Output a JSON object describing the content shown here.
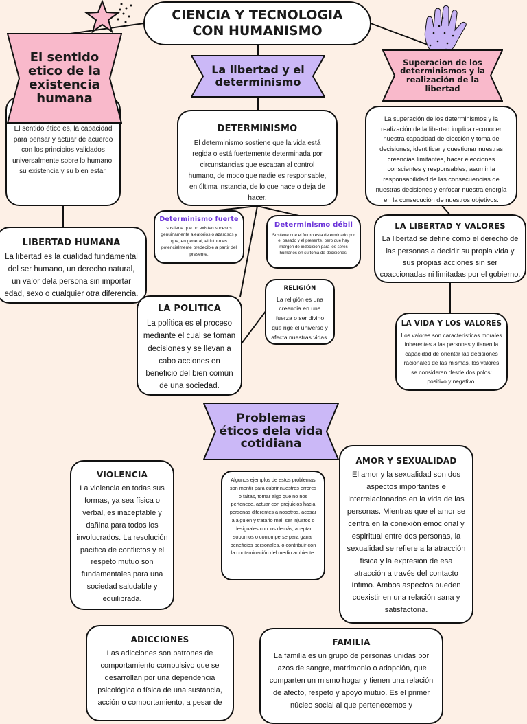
{
  "title": "CIENCIA Y TECNOLOGIA CON HUMANISMO",
  "banners": {
    "sentido": "El sentido etico de la existencia humana",
    "libertad": "La libertad y el determinismo",
    "superacion": "Superacion de los determinismos y la realización de la libertad",
    "problemas": "Problemas éticos dela vida cotidiana"
  },
  "boxes": {
    "sentido_text": "El sentido ético es, la capacidad para pensar y actuar de acuerdo con los principios validados universalmente sobre lo humano, su existencia y su bien estar.",
    "libertad_humana_title": "LIBERTAD HUMANA",
    "libertad_humana_text": "La libertad es la cualidad fundamental del ser humano, un derecho natural, un valor dela persona sin importar edad, sexo o cualquier otra diferencia.",
    "determinismo_title": "DETERMINISMO",
    "determinismo_text": "El determinismo sostiene que la vida está regida o está fuertemente determinada por circunstancias que escapan al control humano, de modo que nadie es responsable, en última instancia, de lo que hace o deja de hacer.",
    "det_fuerte_title": "Determinismo fuerte",
    "det_fuerte_text": "sostiene que no existen sucesos genuinamente aleatorios o azarosos y que, en general, el futuro es potencialmente predecible a partir del presente.",
    "det_debil_title": "Determinismo débil",
    "det_debil_text": "Sostiene que el futuro esta determinado por el pasado y el presente, pero que hay margen de indecisión para los seres humanos en su toma de decisiones.",
    "politica_title": "LA POLITICA",
    "politica_text": "La política es el proceso mediante el cual se toman decisiones y se llevan a cabo acciones en beneficio del bien común de una sociedad.",
    "religion_title": "RELIGIÓN",
    "religion_text": "La religión es una creencia en una fuerza o ser divino que rige el universo y afecta nuestras vidas.",
    "superacion_text": "La superación de los determinismos y la realización de la libertad implica reconocer nuestra capacidad de elección y toma de decisiones, identificar y cuestionar nuestras creencias limitantes, hacer elecciones conscientes y responsables, asumir la responsabilidad de las consecuencias de nuestras decisiones y enfocar nuestra energía en la consecución de nuestros objetivos.",
    "libertad_valores_title": "LA LIBERTAD Y VALORES",
    "libertad_valores_text": "La libertad se define como el derecho de las personas a decidir su propia vida y sus propias acciones sin ser coaccionadas ni limitadas por el gobierno.",
    "vida_valores_title": "LA VIDA Y LOS VALORES",
    "vida_valores_text": "Los valores son características morales inherentes a las personas y tienen la capacidad de orientar las decisiones racionales de las mismas, los valores se consideran desde dos polos: positivo y negativo.",
    "violencia_title": "VIOLENCIA",
    "violencia_text": "La violencia en todas sus formas, ya sea física o verbal, es inaceptable y dañina para todos los involucrados. La resolución pacífica de conflictos y el respeto mutuo son fundamentales para una sociedad saludable y equilibrada.",
    "ejemplos_text": "Algunos ejemplos de estos problemas son mentir para cubrir nuestros errores o faltas, tomar algo que no nos pertenece, actuar con prejuicios hacia personas diferentes a nosotros, acosar a alguien y tratarlo mal, ser injustos o desiguales con los demás, aceptar sobornos o corromperse para ganar beneficios personales, o contribuir con la contaminación del medio ambiente.",
    "amor_title": "AMOR Y SEXUALIDAD",
    "amor_text": "El amor y la sexualidad son dos aspectos importantes e interrelacionados en la vida de las personas. Mientras que el amor se centra en la conexión emocional y espiritual entre dos personas, la sexualidad se refiere a la atracción física y la expresión de esa atracción a través del contacto íntimo. Ambos aspectos pueden coexistir en una relación sana y satisfactoria.",
    "adicciones_title": "ADICCIONES",
    "adicciones_text": "Las adicciones son patrones de comportamiento compulsivo que se desarrollan por una dependencia psicológica o física de una sustancia, acción o comportamiento, a pesar de",
    "familia_title": "FAMILIA",
    "familia_text": "La familia es un grupo de personas unidas por lazos de sangre, matrimonio o adopción, que comparten un mismo hogar y tienen una relación de afecto, respeto y apoyo mutuo. Es el primer núcleo social al que pertenecemos y"
  },
  "colors": {
    "background": "#fdf0e6",
    "pink_banner": "#f9b9cb",
    "purple_banner": "#cbb8f7",
    "purple_text": "#6b33d9"
  }
}
